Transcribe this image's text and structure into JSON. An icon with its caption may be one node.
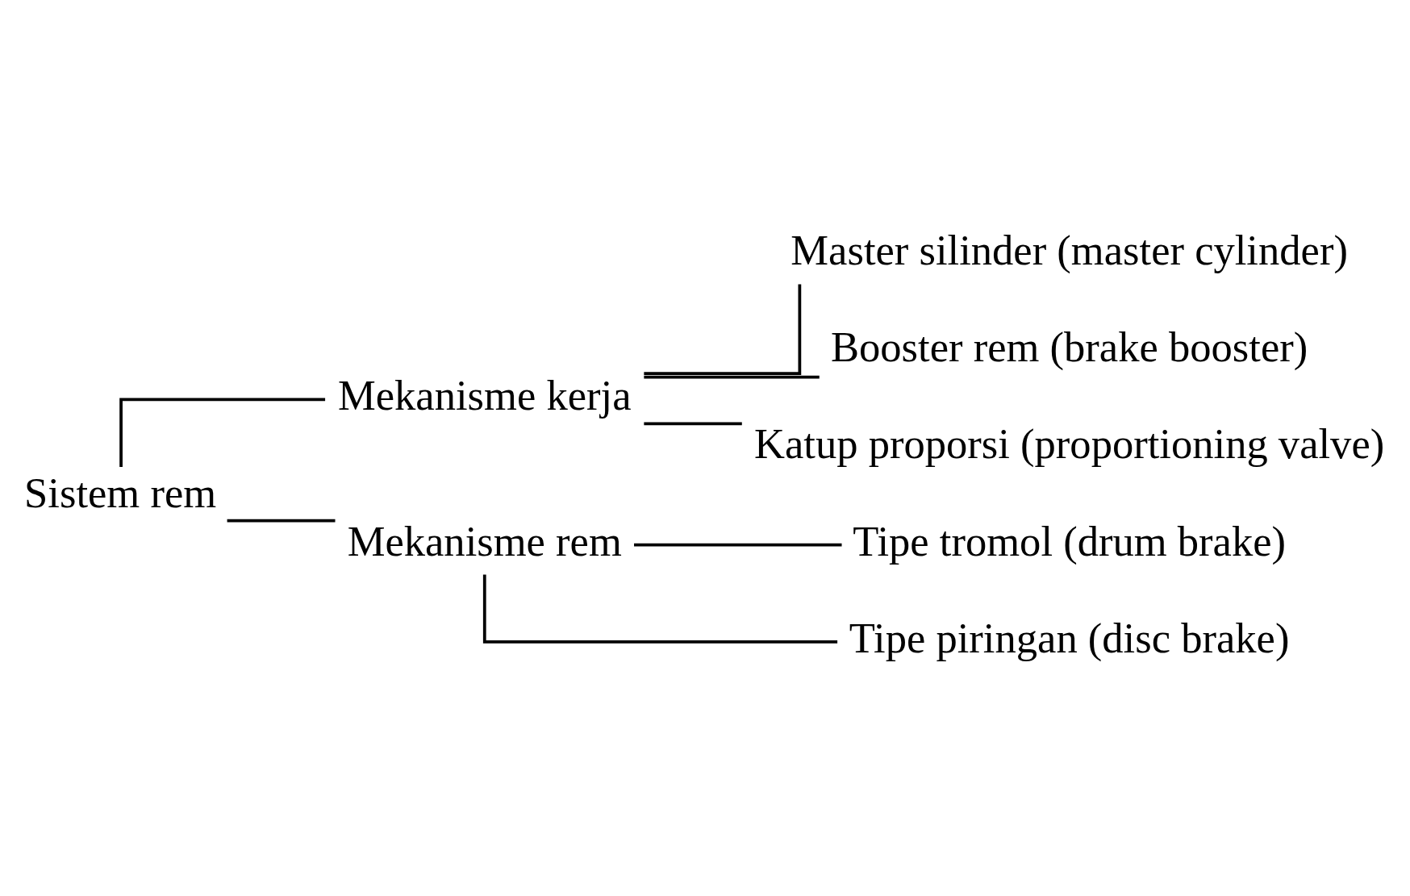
{
  "diagram": {
    "nodes": [
      {
        "text": [
          "Sistem rem"
        ]
      },
      {
        "text": [
          "Mekanisme kerja"
        ]
      },
      {
        "text": [
          "Mekanisme rem"
        ]
      },
      {
        "text": [
          "Master silinder (master cylinder)"
        ]
      },
      {
        "text": [
          "Booster rem (brake booster)"
        ]
      },
      {
        "text": [
          "Katup proporsi (proportioning valve)"
        ]
      },
      {
        "text": [
          "Tipe tromol (drum brake)"
        ]
      },
      {
        "text": [
          "Tipe piringan (disc brake)"
        ]
      }
    ],
    "edges": [
      {
        "from": 0,
        "to": 1,
        "arrow": "none"
      },
      {
        "from": 0,
        "to": 2,
        "arrow": "none"
      },
      {
        "from": 1,
        "to": 3,
        "arrow": "none"
      },
      {
        "from": 1,
        "to": 4,
        "arrow": "none"
      },
      {
        "from": 1,
        "to": 5,
        "arrow": "none"
      },
      {
        "from": 2,
        "to": 6,
        "arrow": "none"
      },
      {
        "from": 2,
        "to": 7,
        "arrow": "none"
      }
    ]
  }
}
